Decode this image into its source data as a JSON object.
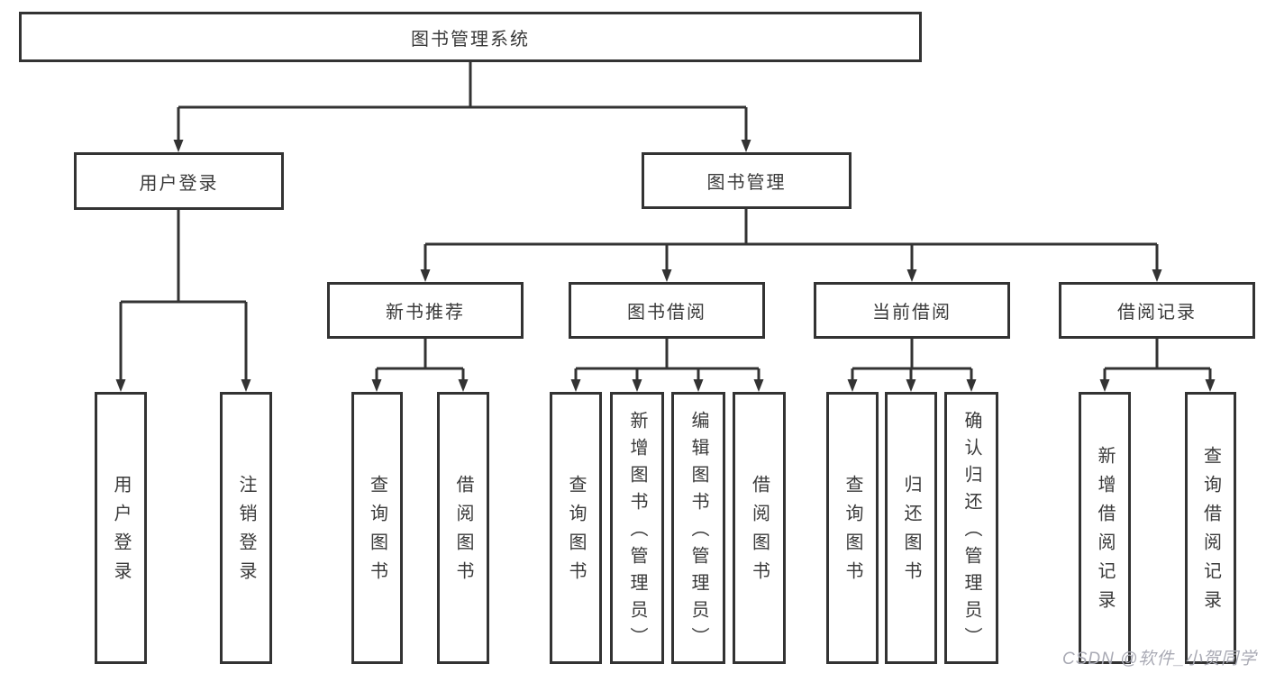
{
  "tree": {
    "label": "图书管理系统",
    "children": [
      {
        "label": "用户登录",
        "children": [
          {
            "label": "用户登录"
          },
          {
            "label": "注销登录"
          }
        ]
      },
      {
        "label": "图书管理",
        "children": [
          {
            "label": "新书推荐",
            "children": [
              {
                "label": "查询图书"
              },
              {
                "label": "借阅图书"
              }
            ]
          },
          {
            "label": "图书借阅",
            "children": [
              {
                "label": "查询图书"
              },
              {
                "label": "新增图书（管理员）"
              },
              {
                "label": "编辑图书（管理员）"
              },
              {
                "label": "借阅图书"
              }
            ]
          },
          {
            "label": "当前借阅",
            "children": [
              {
                "label": "查询图书"
              },
              {
                "label": "归还图书"
              },
              {
                "label": "确认归还（管理员）"
              }
            ]
          },
          {
            "label": "借阅记录",
            "children": [
              {
                "label": "新增借阅记录"
              },
              {
                "label": "查询借阅记录"
              }
            ]
          }
        ]
      }
    ]
  },
  "watermark": {
    "text": "CSDN @软件_小贺同学"
  },
  "colors": {
    "line": "#333333",
    "box_border": "#333333",
    "text": "#3a3a3a",
    "background": "#ffffff",
    "watermark": "#a9aab4"
  }
}
